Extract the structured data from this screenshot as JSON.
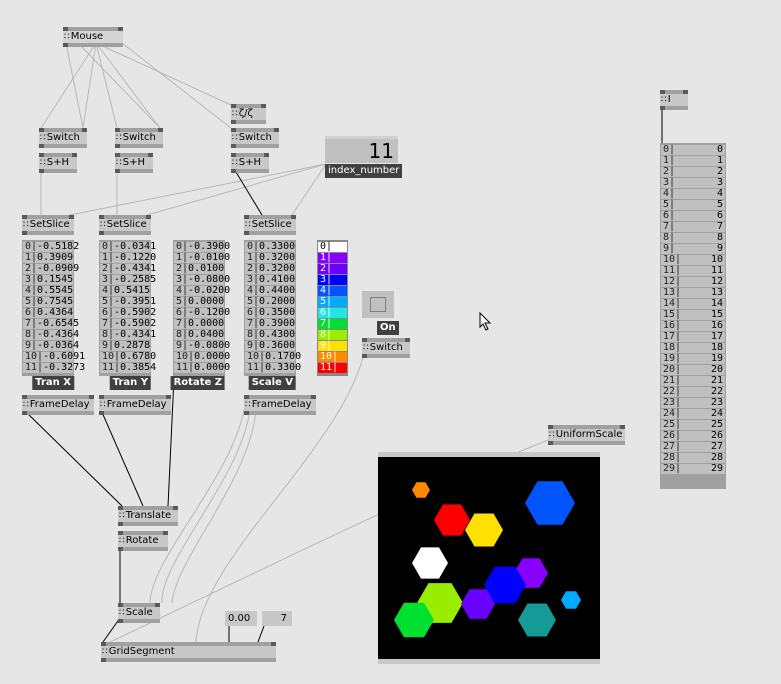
{
  "nodes": {
    "mouse": "Mouse",
    "switch": "Switch",
    "sh": "S+H",
    "zz": "ζ/ζ",
    "setslice": "SetSlice",
    "framedelay": "FrameDelay",
    "translate": "Translate",
    "rotate": "Rotate",
    "scale": "Scale",
    "gridsegment": "GridSegment",
    "uniformscale": "UniformScale",
    "i": "I"
  },
  "index_number": {
    "value": "11",
    "label": "index_number"
  },
  "toggle": {
    "label": "On",
    "checked": false
  },
  "gridsegment_inputs": {
    "a": "0.00",
    "b": "7"
  },
  "spreads": [
    {
      "label": "Tran X",
      "values": [
        "-0.5182",
        "0.3909",
        "-0.0909",
        "0.1545",
        "0.5545",
        "0.7545",
        "0.4364",
        "-0.6545",
        "-0.4364",
        "-0.0364",
        "-0.6091",
        "-0.3273"
      ]
    },
    {
      "label": "Tran Y",
      "values": [
        "-0.0341",
        "-0.1220",
        "-0.4341",
        "-0.2585",
        "0.5415",
        "-0.3951",
        "-0.5902",
        "-0.5902",
        "-0.4341",
        "0.2878",
        "0.6780",
        "0.3854"
      ]
    },
    {
      "label": "Rotate Z",
      "values": [
        "-0.3900",
        "-0.0100",
        "0.0100",
        "-0.0800",
        "-0.0200",
        "0.0000",
        "-0.1200",
        "0.0000",
        "0.0400",
        "-0.0800",
        "0.0000",
        "0.0000"
      ]
    },
    {
      "label": "Scale V",
      "values": [
        "0.3300",
        "0.3200",
        "0.3200",
        "0.4100",
        "0.4400",
        "0.2000",
        "0.3500",
        "0.3900",
        "0.4300",
        "0.3600",
        "0.1700",
        "0.3300"
      ]
    }
  ],
  "colors": [
    "#ffffff",
    "#8800ff",
    "#6a00ff",
    "#0000ff",
    "#0055ff",
    "#00aaff",
    "#22e6e6",
    "#00e030",
    "#99ee00",
    "#ffe000",
    "#ff8800",
    "#ff0000"
  ],
  "index_spread": [
    "0",
    "1",
    "2",
    "3",
    "4",
    "5",
    "6",
    "7",
    "8",
    "9",
    "10",
    "11",
    "12",
    "13",
    "14",
    "15",
    "16",
    "17",
    "18",
    "19",
    "20",
    "21",
    "22",
    "23",
    "24",
    "25",
    "26",
    "27",
    "28",
    "29"
  ]
}
